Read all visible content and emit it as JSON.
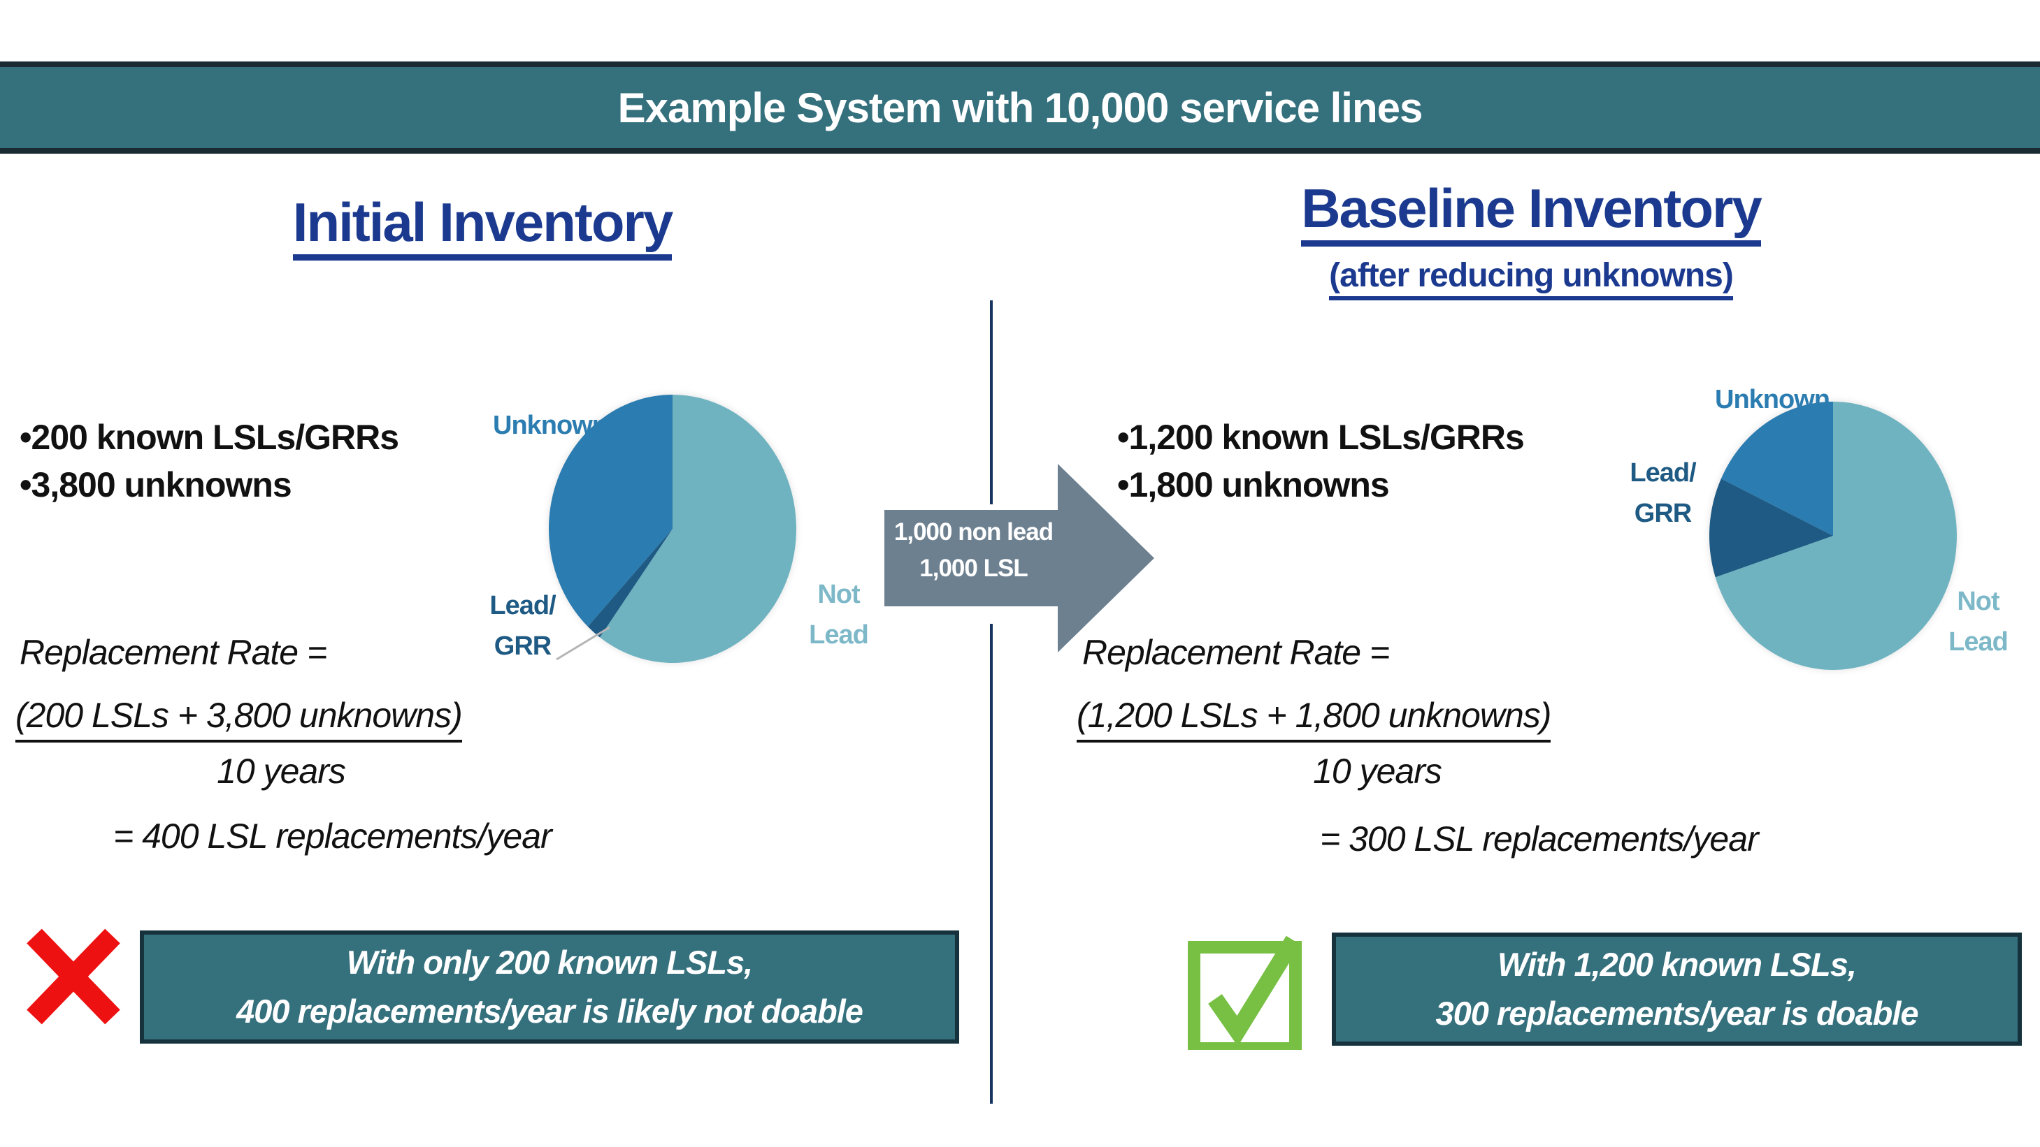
{
  "header": {
    "title": "Example System with 10,000 service lines"
  },
  "left": {
    "title": "Initial Inventory",
    "bullets": [
      "•200 known LSLs/GRRs",
      "•3,800 unknowns"
    ],
    "formula": {
      "intro": "Replacement Rate =",
      "numerator": "(200 LSLs + 3,800 unknowns)",
      "denominator": "10 years",
      "result": "= 400 LSL replacements/year"
    },
    "verdict": {
      "icon": "red-x",
      "line1": "With only 200 known LSLs,",
      "line2": "400 replacements/year is likely not doable"
    }
  },
  "right": {
    "title": "Baseline Inventory",
    "subtitle": "(after reducing unknowns)",
    "bullets": [
      "•1,200 known LSLs/GRRs",
      "•1,800 unknowns"
    ],
    "formula": {
      "intro": "Replacement Rate =",
      "numerator": "(1,200 LSLs + 1,800 unknowns)",
      "denominator": "10 years",
      "result": "= 300 LSL replacements/year"
    },
    "verdict": {
      "icon": "green-check",
      "line1": "With 1,200 known LSLs,",
      "line2": "300 replacements/year is doable"
    }
  },
  "arrow": {
    "line1": "1,000 non lead",
    "line2": "1,000 LSL"
  },
  "chart_data": [
    {
      "id": "initial-inventory-pie",
      "type": "pie",
      "title": "Initial Inventory",
      "total": 10000,
      "start_angle_deg": 0,
      "direction": "clockwise",
      "slices": [
        {
          "label": "Not Lead",
          "value": 6000,
          "color": "#6fb3c1"
        },
        {
          "label": "Lead/GRR",
          "value": 200,
          "color": "#1e5a83"
        },
        {
          "label": "Unknown",
          "value": 3800,
          "color": "#2b7cb0"
        }
      ],
      "display_labels": {
        "unknown": "Unknown",
        "lead_line1": "Lead/",
        "lead_line2": "GRR",
        "notlead_line1": "Not",
        "notlead_line2": "Lead"
      }
    },
    {
      "id": "baseline-inventory-pie",
      "type": "pie",
      "title": "Baseline Inventory (after reducing unknowns)",
      "total": 10000,
      "start_angle_deg": 0,
      "direction": "clockwise",
      "slices": [
        {
          "label": "Not Lead",
          "value": 7000,
          "color": "#6fb3c1"
        },
        {
          "label": "Lead/GRR",
          "value": 1200,
          "color": "#1e5a83"
        },
        {
          "label": "Unknown",
          "value": 1800,
          "color": "#2b7cb0"
        }
      ],
      "display_labels": {
        "unknown": "Unknown",
        "lead_line1": "Lead/",
        "lead_line2": "GRR",
        "notlead_line1": "Not",
        "notlead_line2": "Lead"
      }
    }
  ],
  "colors": {
    "header_teal": "#35707d",
    "header_border": "#1a2b33",
    "heading_blue": "#1b3a8f",
    "pie_not_lead": "#6fb3c1",
    "pie_unknown": "#2b7cb0",
    "pie_lead_grr": "#1e5a83",
    "not_lead_label": "#7db8c8",
    "arrow_gray": "#6d8090",
    "divider_navy": "#17365d",
    "red_x": "#ee1111",
    "green_check": "#77c043",
    "verdict_box_teal": "#35707d"
  }
}
